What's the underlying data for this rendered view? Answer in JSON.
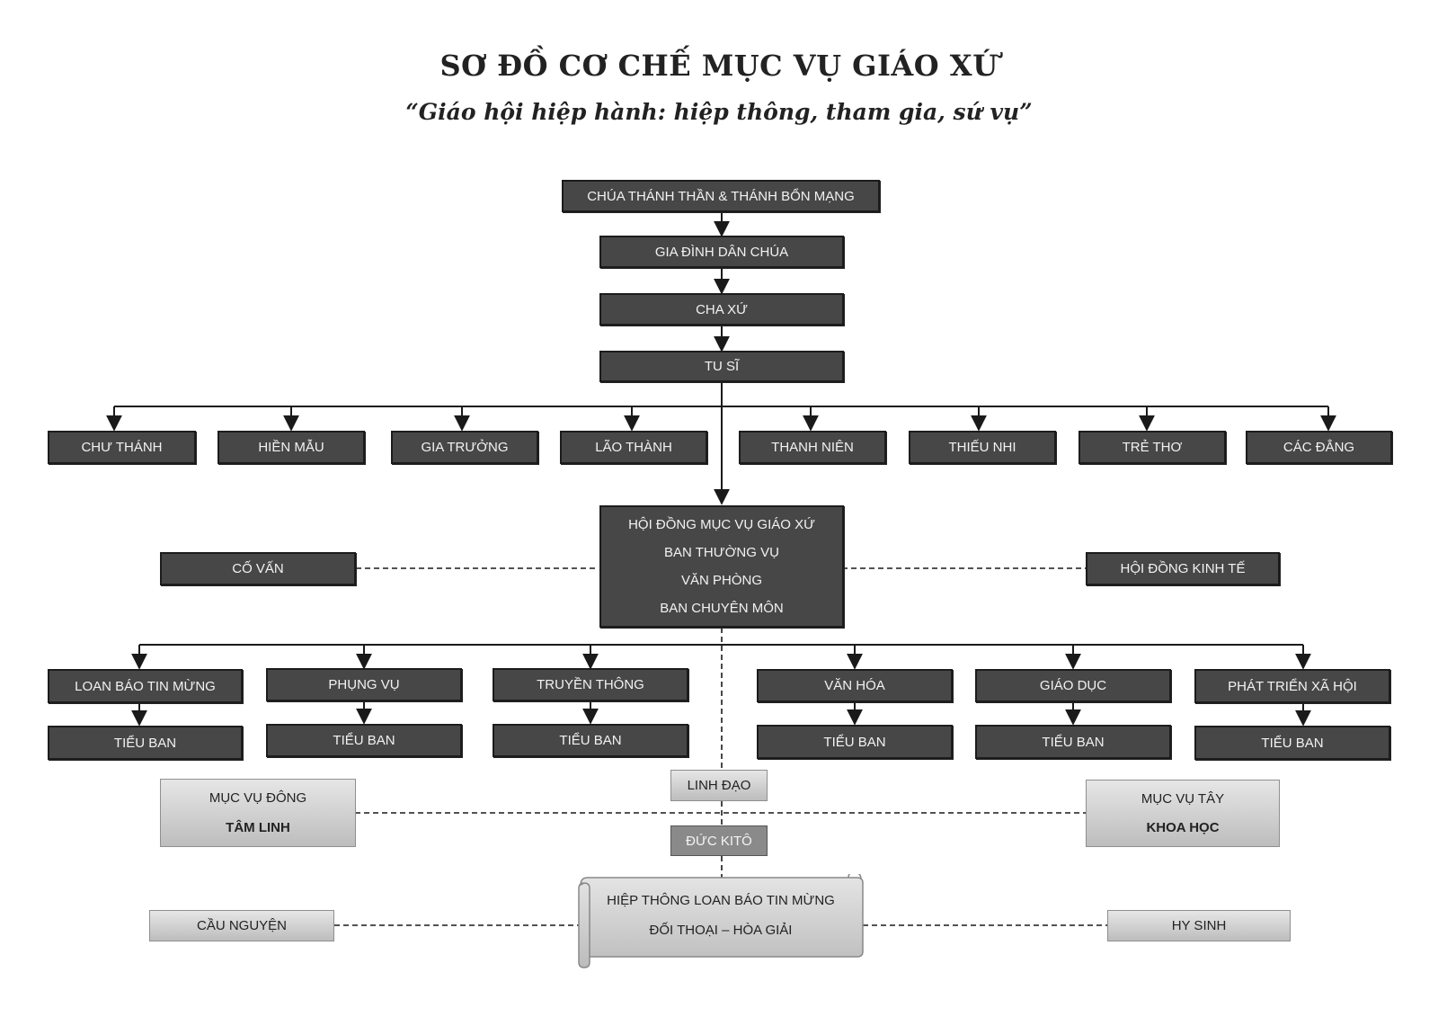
{
  "title": "SƠ ĐỒ CƠ CHẾ MỤC VỤ GIÁO XỨ",
  "subtitle": "“Giáo hội hiệp hành: hiệp thông, tham gia, sứ vụ”",
  "top_chain": [
    "CHÚA THÁNH THẦN & THÁNH BỔN MẠNG",
    "GIA ĐÌNH DÂN CHÚA",
    "CHA XỨ",
    "TU SĨ"
  ],
  "groups": [
    "CHƯ THÁNH",
    "HIỀN MẪU",
    "GIA TRƯỞNG",
    "LÃO THÀNH",
    "THANH NIÊN",
    "THIẾU NHI",
    "TRẺ THƠ",
    "CÁC ĐẲNG"
  ],
  "council": {
    "lines": [
      "HỘI ĐỒNG MỤC VỤ GIÁO XỨ",
      "BAN THƯỜNG VỤ",
      "VĂN PHÒNG",
      "BAN CHUYÊN MÔN"
    ],
    "left_advisor": "CỐ VẤN",
    "right_advisor": "HỘI ĐỒNG KINH TẾ"
  },
  "departments": [
    {
      "name": "LOAN BÁO TIN MỪNG",
      "sub": "TIỂU BAN"
    },
    {
      "name": "PHỤNG VỤ",
      "sub": "TIỂU BAN"
    },
    {
      "name": "TRUYỀN THÔNG",
      "sub": "TIỂU BAN"
    },
    {
      "name": "VĂN HÓA",
      "sub": "TIỂU BAN"
    },
    {
      "name": "GIÁO DỤC",
      "sub": "TIỂU BAN"
    },
    {
      "name": "PHÁT TRIỂN XÃ HỘI",
      "sub": "TIỂU BAN"
    }
  ],
  "east": {
    "line1": "MỤC VỤ ĐÔNG",
    "line2": "TÂM LINH"
  },
  "west": {
    "line1": "MỤC VỤ TÂY",
    "line2": "KHOA HỌC"
  },
  "leadership": "LINH ĐẠO",
  "christ": "ĐỨC KITÔ",
  "scroll": {
    "line1": "HIỆP THÔNG LOAN BÁO TIN MỪNG",
    "line2": "ĐỐI THOẠI – HÒA GIẢI"
  },
  "prayer": "CẦU NGUYỆN",
  "sacrifice": "HY SINH",
  "colors": {
    "dark_box": "#474747",
    "light_box": "#cfcfcf",
    "mid_box": "#8a8a8a",
    "line": "#1a1a1a"
  }
}
